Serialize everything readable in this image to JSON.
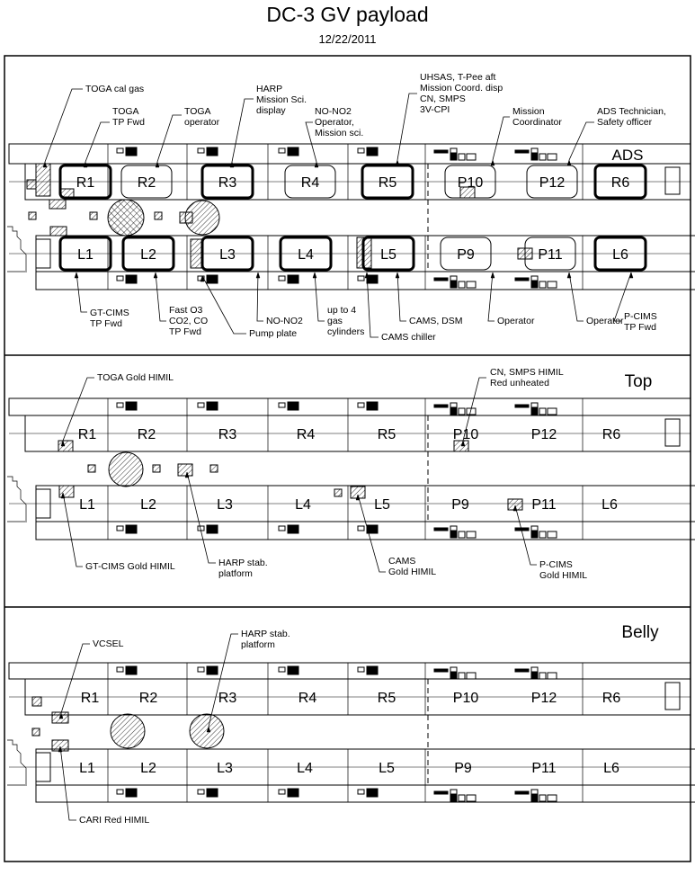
{
  "title": "DC-3 GV payload",
  "date": "12/22/2011",
  "panels": [
    {
      "label": "ADS",
      "racks_right": [
        "R1",
        "R2",
        "R3",
        "R4",
        "R5",
        "P10",
        "P12",
        "R6"
      ],
      "racks_left": [
        "L1",
        "L2",
        "L3",
        "L4",
        "L5",
        "P9",
        "P11",
        "L6"
      ]
    },
    {
      "label": "Top",
      "racks_right": [
        "R1",
        "R2",
        "R3",
        "R4",
        "R5",
        "P10",
        "P12",
        "R6"
      ],
      "racks_left": [
        "L1",
        "L2",
        "L3",
        "L4",
        "L5",
        "P9",
        "P11",
        "L6"
      ]
    },
    {
      "label": "Belly",
      "racks_right": [
        "R1",
        "R2",
        "R3",
        "R4",
        "R5",
        "P10",
        "P12",
        "R6"
      ],
      "racks_left": [
        "L1",
        "L2",
        "L3",
        "L4",
        "L5",
        "P9",
        "P11",
        "L6"
      ]
    }
  ],
  "callouts": [
    {
      "lines": [
        "TOGA cal gas"
      ]
    },
    {
      "lines": [
        "TOGA",
        "TP Fwd"
      ]
    },
    {
      "lines": [
        "TOGA",
        "operator"
      ]
    },
    {
      "lines": [
        "HARP",
        "Mission Sci.",
        "display"
      ]
    },
    {
      "lines": [
        "NO-NO2",
        "Operator,",
        "Mission sci."
      ]
    },
    {
      "lines": [
        "UHSAS, T-Pee aft",
        "Mission Coord. disp",
        "CN, SMPS",
        "3V-CPI"
      ]
    },
    {
      "lines": [
        "Mission",
        "Coordinator"
      ]
    },
    {
      "lines": [
        "ADS Technician,",
        "Safety officer"
      ]
    },
    {
      "lines": [
        "GT-CIMS",
        "TP Fwd"
      ]
    },
    {
      "lines": [
        "Fast O3",
        "CO2, CO",
        "TP Fwd"
      ]
    },
    {
      "lines": [
        "Pump plate"
      ]
    },
    {
      "lines": [
        "NO-NO2"
      ]
    },
    {
      "lines": [
        "up to 4",
        "gas",
        "cylinders"
      ]
    },
    {
      "lines": [
        "CAMS chiller"
      ]
    },
    {
      "lines": [
        "CAMS, DSM"
      ]
    },
    {
      "lines": [
        "Operator"
      ]
    },
    {
      "lines": [
        "Operator"
      ]
    },
    {
      "lines": [
        "P-CIMS",
        "TP Fwd"
      ]
    },
    {
      "lines": [
        "TOGA Gold HIMIL"
      ]
    },
    {
      "lines": [
        "CN, SMPS HIMIL",
        "Red unheated"
      ]
    },
    {
      "lines": [
        "GT-CIMS Gold HIMIL"
      ]
    },
    {
      "lines": [
        "HARP stab.",
        "platform"
      ]
    },
    {
      "lines": [
        "CAMS",
        "Gold HIMIL"
      ]
    },
    {
      "lines": [
        "P-CIMS",
        "Gold HIMIL"
      ]
    },
    {
      "lines": [
        "VCSEL"
      ]
    },
    {
      "lines": [
        "HARP stab.",
        "platform"
      ]
    },
    {
      "lines": [
        "CARI Red HIMIL"
      ]
    }
  ]
}
